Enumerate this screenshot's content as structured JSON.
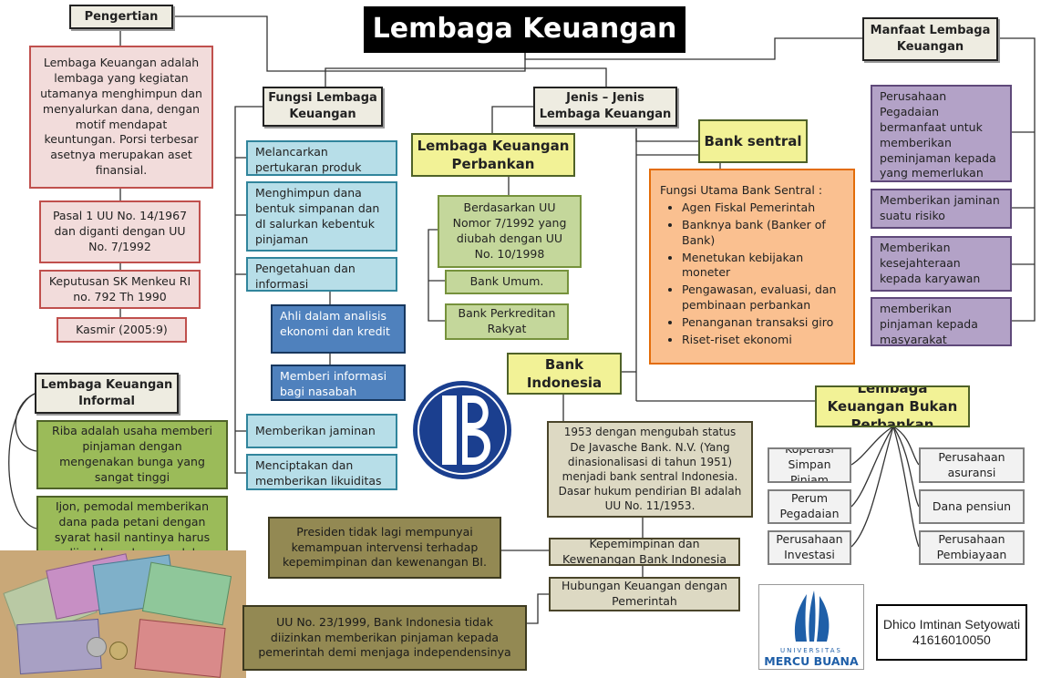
{
  "title": "Lembaga Keuangan",
  "pengertian": {
    "header": "Pengertian",
    "definition": "Lembaga Keuangan adalah lembaga yang kegiatan utamanya menghimpun dan menyalurkan dana, dengan motif mendapat keuntungan. Porsi terbesar asetnya merupakan aset finansial.",
    "source_1": "Pasal 1 UU No. 14/1967 dan diganti dengan UU No. 7/1992",
    "source_2": "Keputusan SK Menkeu RI no. 792 Th 1990",
    "source_3": "Kasmir (2005:9)"
  },
  "fungsi": {
    "header": "Fungsi Lembaga Keuangan",
    "items": [
      "Melancarkan pertukaran produk",
      "Menghimpun dana bentuk simpanan dan dI salurkan kebentuk pinjaman",
      "Pengetahuan dan informasi",
      "Ahli dalam analisis ekonomi dan kredit",
      "Memberi informasi bagi nasabah",
      "Memberikan jaminan",
      "Menciptakan dan memberikan likuiditas"
    ]
  },
  "informal": {
    "header": "Lembaga Keuangan Informal",
    "items": [
      "Riba adalah usaha memberi pinjaman dengan mengenakan bunga yang sangat tinggi",
      "Ijon, pemodal memberikan dana pada petani dengan syarat hasil nantinya harus dijual kepada pemodal."
    ]
  },
  "jenis": {
    "header": "Jenis – Jenis Lembaga Keuangan"
  },
  "perbankan": {
    "header": "Lembaga Keuangan Perbankan",
    "basis": "Berdasarkan UU Nomor 7/1992 yang diubah dengan UU No. 10/1998",
    "items": [
      "Bank Umum.",
      "Bank Perkreditan Rakyat"
    ]
  },
  "bank_sentral": {
    "header": "Bank sentral",
    "functions_title": "Fungsi Utama Bank Sentral :",
    "functions": [
      "Agen Fiskal Pemerintah",
      "Banknya bank (Banker of Bank)",
      "Menetukan kebijakan moneter",
      "Pengawasan, evaluasi, dan pembinaan perbankan",
      "Penanganan transaksi giro",
      "Riset-riset ekonomi"
    ]
  },
  "bank_indonesia": {
    "header": "Bank Indonesia",
    "history": "1953 dengan mengubah status De Javasche Bank. N.V. (Yang dinasionalisasi di tahun 1951) menjadi bank sentral Indonesia. Dasar hukum pendirian BI adalah UU No. 11/1953.",
    "kepemimpinan": "Kepemimpinan dan Kewenangan Bank Indonesia",
    "kepemimpinan_note": "Presiden tidak lagi mempunyai kemampuan intervensi terhadap kepemimpinan dan kewenangan BI.",
    "hubungan": "Hubungan Keuangan dengan Pemerintah",
    "hubungan_note": "UU No. 23/1999, Bank Indonesia tidak diizinkan memberikan pinjaman kepada pemerintah demi menjaga independensinya"
  },
  "manfaat": {
    "header": "Manfaat Lembaga Keuangan",
    "items": [
      "Perusahaan Pegadaian bermanfaat untuk memberikan peminjaman kepada yang memerlukan dana",
      "Memberikan jaminan suatu risiko",
      "Memberikan kesejahteraan kepada karyawan",
      "memberikan pinjaman kepada masyarakat"
    ]
  },
  "bukan_perbankan": {
    "header": "Lembaga Keuangan Bukan Perbankan",
    "left": [
      "Koperasi Simpan Pinjam",
      "Perum Pegadaian",
      "Perusahaan Investasi"
    ],
    "right": [
      "Perusahaan asuransi",
      "Dana pensiun",
      "Perusahaan Pembiayaan"
    ]
  },
  "logo_text": {
    "line1": "UNIVERSITAS",
    "line2": "MERCU BUANA"
  },
  "author": {
    "name": "Dhico Imtinan Setyowati",
    "id": "41616010050"
  },
  "colors": {
    "bi_blue": "#1b3f8f",
    "mercu_blue": "#1f5fa8"
  }
}
